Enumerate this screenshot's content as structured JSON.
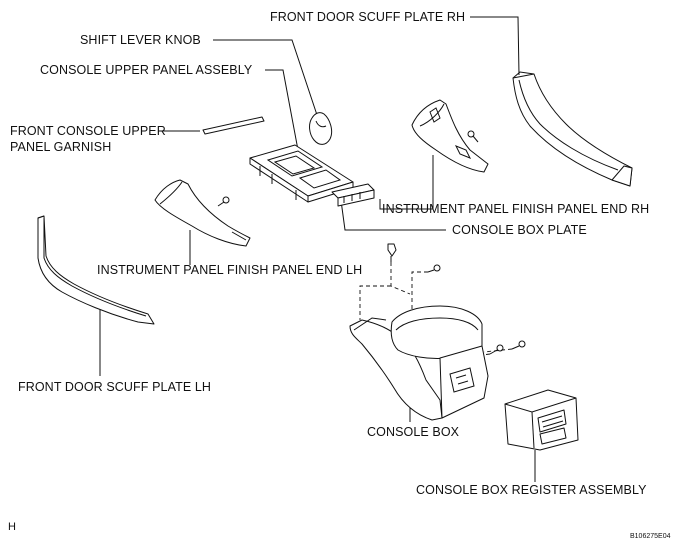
{
  "labels": {
    "front_door_scuff_plate_rh": "FRONT DOOR SCUFF PLATE RH",
    "shift_lever_knob": "SHIFT LEVER KNOB",
    "console_upper_panel_assebly": "CONSOLE UPPER PANEL ASSEBLY",
    "front_console_upper_panel_garnish_1": "FRONT CONSOLE UPPER",
    "front_console_upper_panel_garnish_2": "PANEL GARNISH",
    "instrument_panel_finish_panel_end_rh": "INSTRUMENT PANEL FINISH PANEL END RH",
    "console_box_plate": "CONSOLE BOX PLATE",
    "instrument_panel_finish_panel_end_lh": "INSTRUMENT PANEL FINISH PANEL END LH",
    "front_door_scuff_plate_lh": "FRONT DOOR SCUFF PLATE LH",
    "console_box": "CONSOLE BOX",
    "console_box_register_assembly": "CONSOLE BOX REGISTER ASSEMBLY"
  },
  "corner_letter": "H",
  "figure_code": "B106275E04"
}
